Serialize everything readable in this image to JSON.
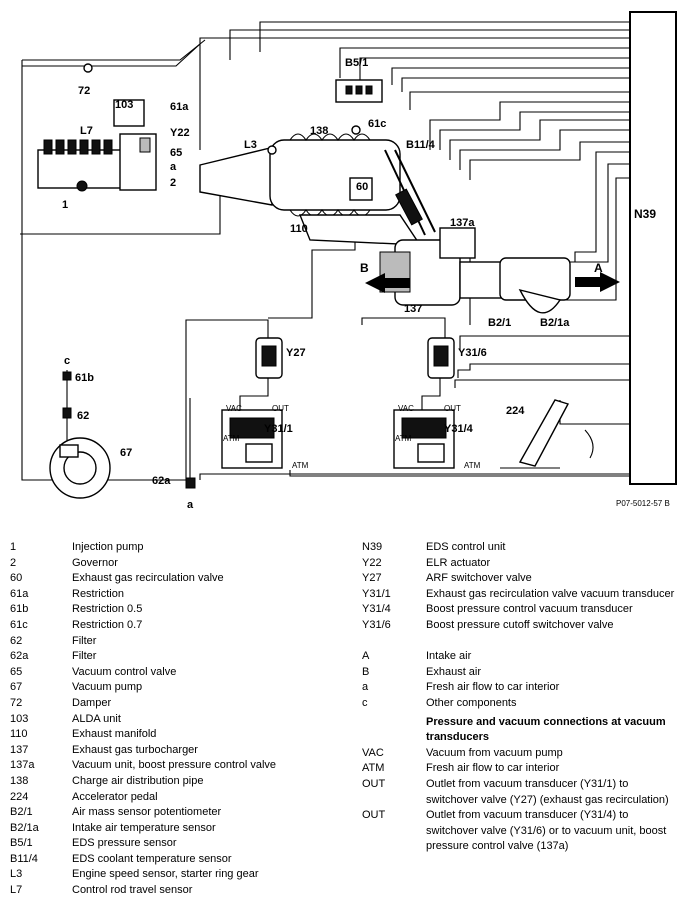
{
  "diagram": {
    "labels": {
      "n39": "N39",
      "b5_1": "B5/1",
      "r72": "72",
      "r103": "103",
      "r61a": "61a",
      "l7": "L7",
      "y22": "Y22",
      "r65": "65",
      "a_top": "a",
      "r2": "2",
      "r1": "1",
      "l3": "L3",
      "r138": "138",
      "r61c": "61c",
      "b11_4": "B11/4",
      "r60": "60",
      "r110": "110",
      "r137a": "137a",
      "b_air": "B",
      "r137": "137",
      "a_air": "A",
      "b2_1": "B2/1",
      "b2_1a": "B2/1a",
      "y27": "Y27",
      "y31_6": "Y31/6",
      "c": "c",
      "r61b": "61b",
      "r62": "62",
      "vac1": "VAC",
      "out1": "OUT",
      "y31_1": "Y31/1",
      "atm1a": "ATM",
      "atm1b": "ATM",
      "vac2": "VAC",
      "out2": "OUT",
      "y31_4": "Y31/4",
      "atm2a": "ATM",
      "atm2b": "ATM",
      "r224": "224",
      "r67": "67",
      "r62a": "62a",
      "a_bottom": "a",
      "ref": "P07-5012-57 B"
    }
  },
  "legend": {
    "left": [
      {
        "code": "1",
        "desc": "Injection pump"
      },
      {
        "code": "2",
        "desc": "Governor"
      },
      {
        "code": "60",
        "desc": "Exhaust gas recirculation valve"
      },
      {
        "code": "61a",
        "desc": "Restriction"
      },
      {
        "code": "61b",
        "desc": "Restriction 0.5"
      },
      {
        "code": "61c",
        "desc": "Restriction 0.7"
      },
      {
        "code": "62",
        "desc": "Filter"
      },
      {
        "code": "62a",
        "desc": "Filter"
      },
      {
        "code": "65",
        "desc": "Vacuum control valve"
      },
      {
        "code": "67",
        "desc": "Vacuum pump"
      },
      {
        "code": "72",
        "desc": "Damper"
      },
      {
        "code": "103",
        "desc": "ALDA unit"
      },
      {
        "code": "110",
        "desc": "Exhaust manifold"
      },
      {
        "code": "137",
        "desc": "Exhaust gas turbocharger"
      },
      {
        "code": "137a",
        "desc": "Vacuum unit, boost pressure control valve"
      },
      {
        "code": "138",
        "desc": "Charge air distribution pipe"
      },
      {
        "code": "224",
        "desc": "Accelerator pedal"
      },
      {
        "code": "B2/1",
        "desc": "Air mass sensor potentiometer"
      },
      {
        "code": "B2/1a",
        "desc": "Intake air temperature sensor"
      },
      {
        "code": "B5/1",
        "desc": "EDS pressure sensor"
      },
      {
        "code": "B11/4",
        "desc": "EDS coolant temperature sensor"
      },
      {
        "code": "L3",
        "desc": "Engine speed sensor, starter ring gear"
      },
      {
        "code": "L7",
        "desc": "Control rod travel sensor"
      }
    ],
    "right_top": [
      {
        "code": "N39",
        "desc": "EDS control unit"
      },
      {
        "code": "Y22",
        "desc": "ELR actuator"
      },
      {
        "code": "Y27",
        "desc": "ARF switchover valve"
      },
      {
        "code": "Y31/1",
        "desc": "Exhaust gas recirculation valve vacuum transducer"
      },
      {
        "code": "Y31/4",
        "desc": "Boost pressure control vacuum transducer"
      },
      {
        "code": "Y31/6",
        "desc": "Boost pressure cutoff switchover valve"
      }
    ],
    "right_mid": [
      {
        "code": "A",
        "desc": "Intake air"
      },
      {
        "code": "B",
        "desc": "Exhaust air"
      },
      {
        "code": "a",
        "desc": "Fresh air flow to car interior"
      },
      {
        "code": "c",
        "desc": "Other components"
      }
    ],
    "heading": "Pressure and vacuum connections at vacuum transducers",
    "right_bottom": [
      {
        "code": "VAC",
        "desc": "Vacuum from vacuum pump"
      },
      {
        "code": "ATM",
        "desc": "Fresh air flow to car interior"
      },
      {
        "code": "OUT",
        "desc": "Outlet from vacuum transducer (Y31/1) to switchover valve (Y27) (exhaust gas recirculation)"
      },
      {
        "code": "OUT",
        "desc": "Outlet from vacuum transducer (Y31/4) to switchover valve (Y31/6) or to vacuum unit, boost pressure control valve (137a)"
      }
    ]
  }
}
